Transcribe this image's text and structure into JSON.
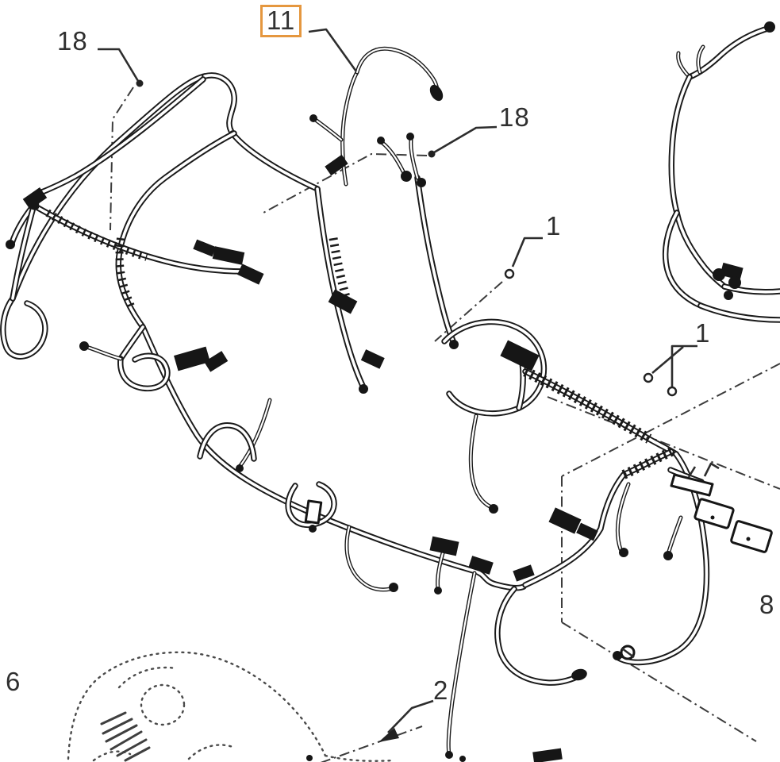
{
  "diagram": {
    "kind": "parts-catalog-line-art",
    "subject": "engine wiring harness exploded parts view with numbered callouts",
    "background_color": "#ffffff",
    "line_color": "#1a1a1a",
    "dashdot_color": "#3c3c3c",
    "callout_text_color": "#2f2f2f",
    "highlight_box_color": "#e5973f",
    "selected_part": "11",
    "callouts": [
      {
        "id": "part-18-left",
        "label": "18",
        "highlighted": false
      },
      {
        "id": "part-11",
        "label": "11",
        "highlighted": true
      },
      {
        "id": "part-18-middle",
        "label": "18",
        "highlighted": false
      },
      {
        "id": "part-1-middle",
        "label": "1",
        "highlighted": false
      },
      {
        "id": "part-1-right",
        "label": "1",
        "highlighted": false
      },
      {
        "id": "part-8",
        "label": "8",
        "highlighted": false
      },
      {
        "id": "part-6",
        "label": "6",
        "highlighted": false
      },
      {
        "id": "part-2",
        "label": "2",
        "highlighted": false
      }
    ]
  }
}
